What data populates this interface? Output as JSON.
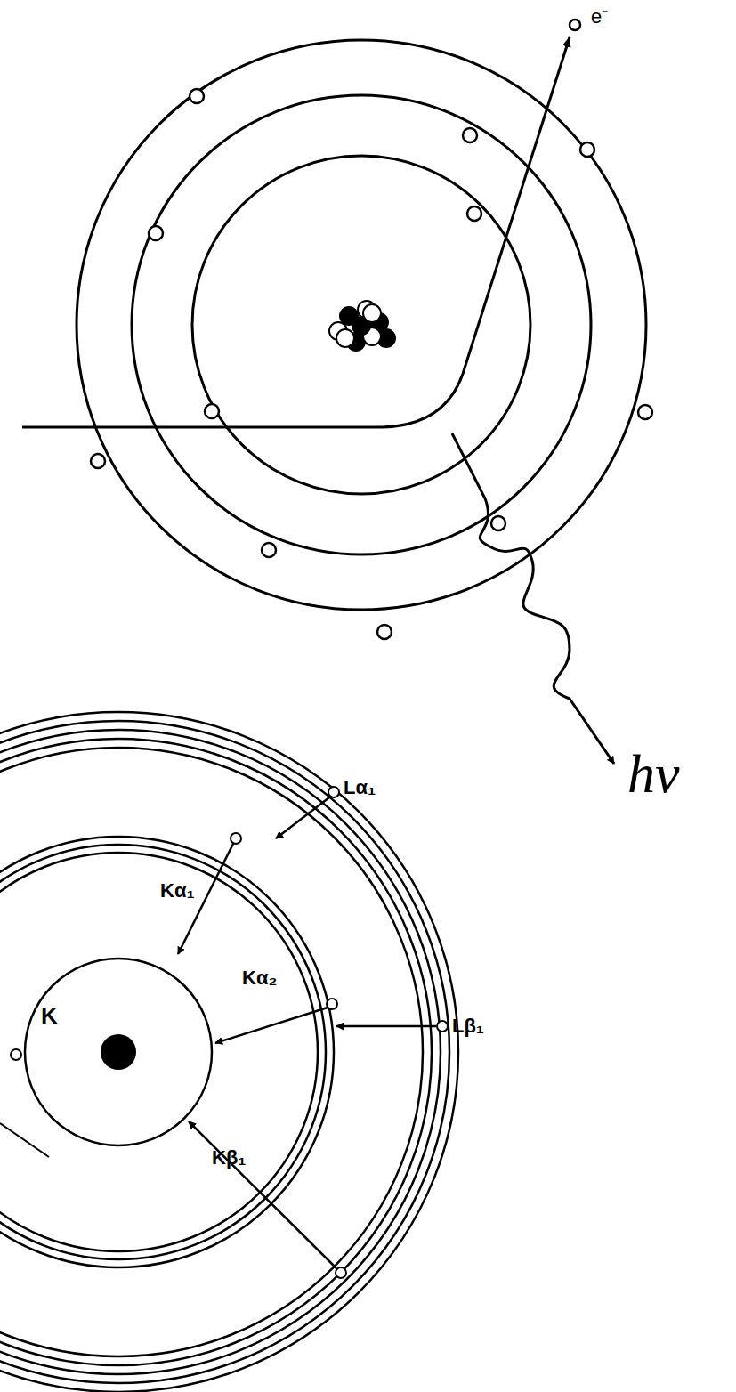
{
  "diagram": {
    "labels": [
      "e⁻",
      "hν",
      "Lα₁",
      "Kα₁",
      "K",
      "Kα₂",
      "Lβ₁",
      "Kβ₁"
    ]
  }
}
